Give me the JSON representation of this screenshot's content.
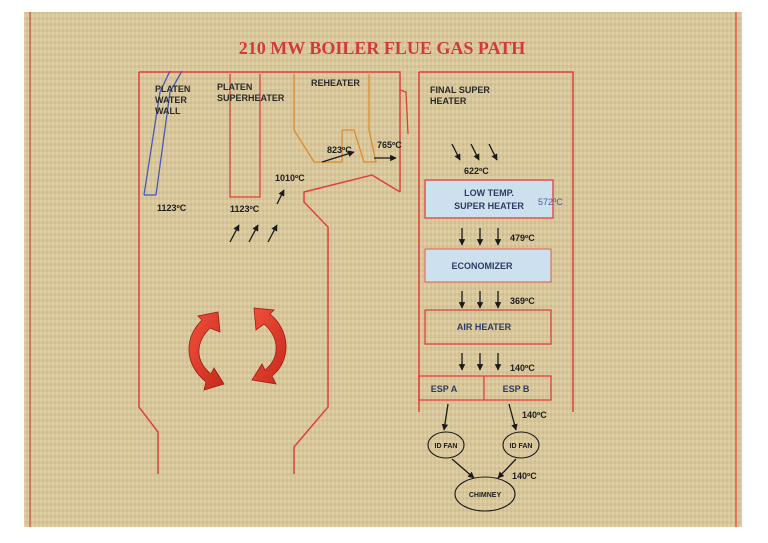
{
  "title": "210 MW BOILER FLUE GAS PATH",
  "labels": {
    "platen_water_wall": [
      "PLATEN",
      "WATER",
      "WALL"
    ],
    "platen_superheater": [
      "PLATEN",
      "SUPERHEATER"
    ],
    "reheater": "REHEATER",
    "final_super_heater": [
      "FINAL SUPER",
      "HEATER"
    ]
  },
  "boxes": {
    "low_temp_superheater": [
      "LOW   TEMP.",
      "SUPER HEATER"
    ],
    "economizer": "ECONOMIZER",
    "air_heater": "AIR HEATER",
    "esp_a": "ESP A",
    "esp_b": "ESP B",
    "id_fan_1": "ID FAN",
    "id_fan_2": "ID FAN",
    "chimney": "CHIMNEY"
  },
  "temperatures": {
    "wall": "1123ºC",
    "platen": "1123ºC",
    "rise": "1010ºC",
    "reheater_in": "823ºC",
    "reheater_out": "765ºC",
    "final_sh": "622ºC",
    "ltsh_side": "572ºC",
    "economizer_in": "479ºC",
    "air_heater_in": "369ºC",
    "esp_in": "140ºC",
    "fan_in": "140ºC",
    "chimney_in": "140ºC"
  },
  "colors": {
    "outline": "#e0403a",
    "box_fill_blue": "#cde0ee",
    "wall_blue": "#4a5ab8",
    "reheater_orange": "#e08a2a",
    "arrow": "#1a1a1a",
    "circular_arrow": "#e03a28"
  }
}
